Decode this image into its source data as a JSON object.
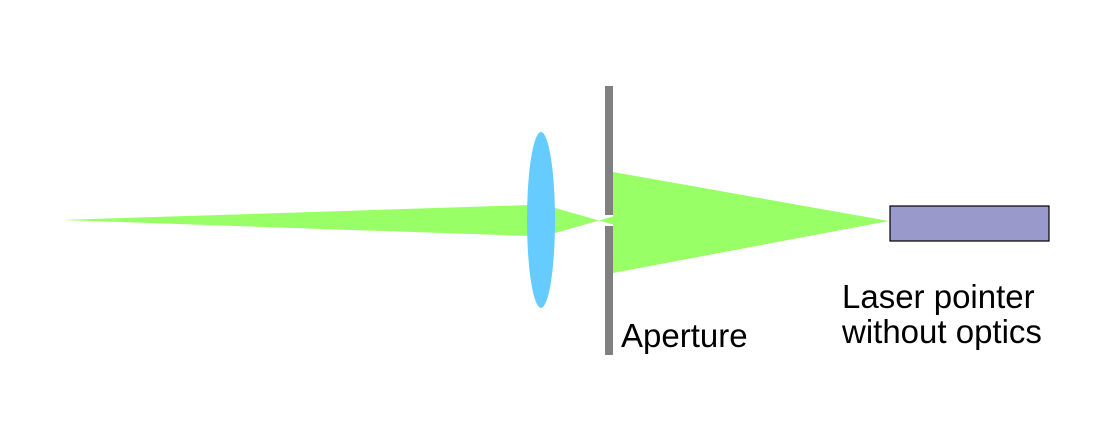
{
  "labels": {
    "aperture": "Aperture",
    "laser_line1": "Laser pointer",
    "laser_line2": "without optics"
  },
  "colors": {
    "beam": "#99ff66",
    "lens": "#66ccff",
    "aperture": "#808080",
    "laser_body": "#9999cc",
    "laser_outline": "#000000",
    "text": "#000000",
    "background": "#ffffff"
  }
}
